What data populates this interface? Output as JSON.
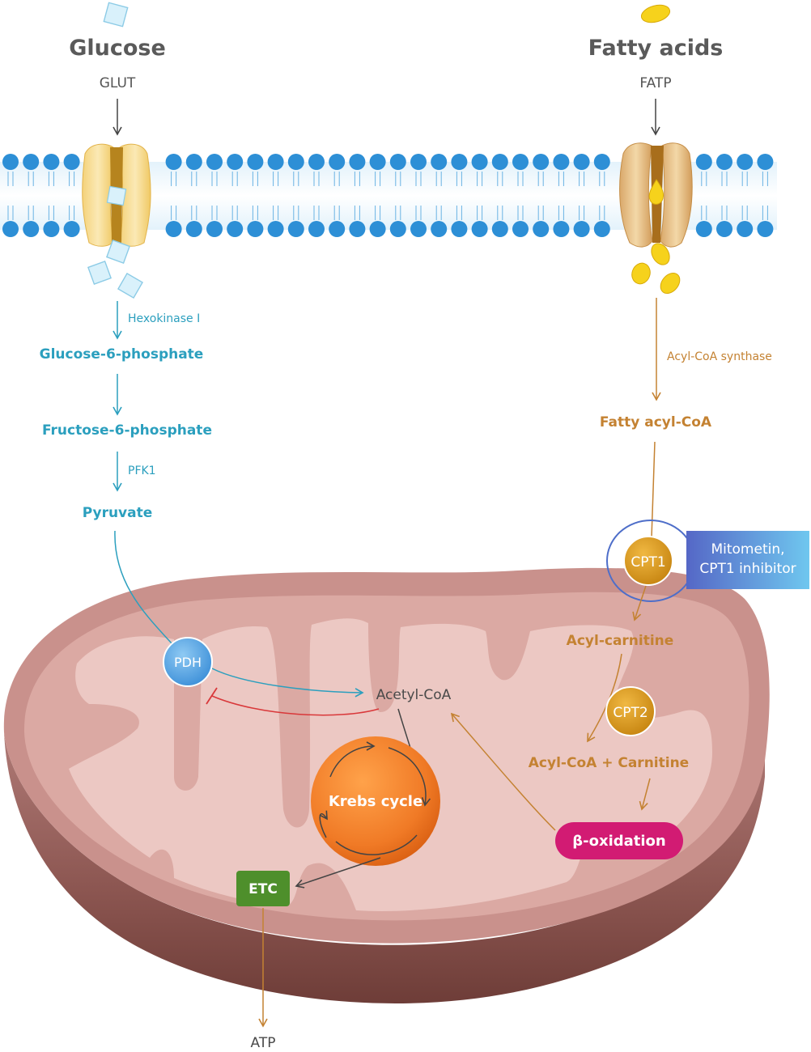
{
  "inputs": {
    "glucose": {
      "title": "Glucose",
      "transporter": "GLUT"
    },
    "fatty_acids": {
      "title": "Fatty acids",
      "transporter": "FATP"
    }
  },
  "glycolysis": {
    "enzyme1": "Hexokinase I",
    "step1": "Glucose-6-phosphate",
    "step2": "Fructose-6-phosphate",
    "enzyme2": "PFK1",
    "step3": "Pyruvate"
  },
  "fatty_pathway": {
    "enzyme1": "Acyl-CoA synthase",
    "step1": "Fatty acyl-CoA",
    "cpt1": "CPT1",
    "inhibitor_line1": "Mitometin,",
    "inhibitor_line2": "CPT1 inhibitor",
    "step2": "Acyl-carnitine",
    "cpt2": "CPT2",
    "step3": "Acyl-CoA + Carnitine",
    "beta_oxidation": "β-oxidation"
  },
  "mitochondrion": {
    "pdh": "PDH",
    "acetyl_coa": "Acetyl-CoA",
    "krebs": "Krebs cycle",
    "etc": "ETC",
    "atp": "ATP"
  },
  "colors": {
    "glycolysis": "#2b9fbe",
    "fatty": "#c48232",
    "inhibition": "#d9383a",
    "membrane_head": "#2d8fd6",
    "inhibitor_box": "#5b6fc9",
    "beta_pill": "#d21b73",
    "etc_box": "#4e8f2b",
    "krebs": "#f07a26"
  }
}
